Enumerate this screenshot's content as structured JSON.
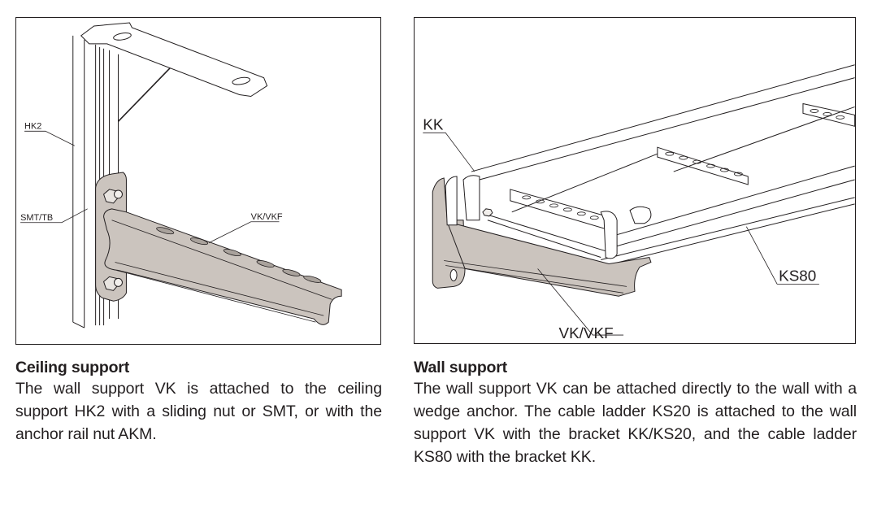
{
  "figures": {
    "ceiling": {
      "labels": {
        "hk2": "HK2",
        "smt_tb": "SMT/TB",
        "vk_vkf": "VK/VKF"
      }
    },
    "wall": {
      "labels": {
        "kk": "KK",
        "ks80": "KS80",
        "vk_vkf": "VK/VKF"
      }
    }
  },
  "captions": {
    "ceiling": {
      "title": "Ceiling support",
      "body": "The wall support VK is attached to the ceiling support HK2 with a sliding nut or SMT, or with the anchor rail nut AKM."
    },
    "wall": {
      "title": "Wall support",
      "body": "The wall support VK can be attached directly to the wall with a wedge anchor. The cable ladder KS20 is attached to the wall support VK with the bracket KK/KS20, and the cable ladder KS80 with the bracket KK."
    }
  },
  "colors": {
    "metal_fill": "#cbc4be",
    "line": "#231f20"
  }
}
